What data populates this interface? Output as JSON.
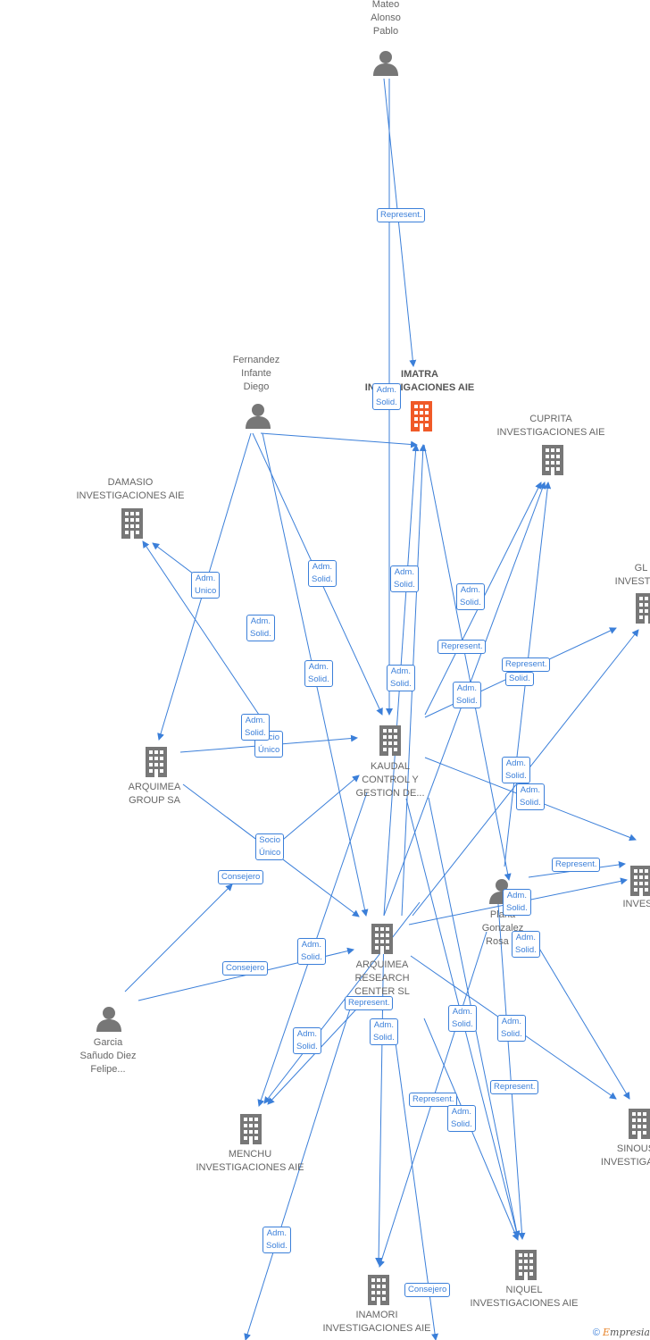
{
  "colors": {
    "edge": "#3b7fd9",
    "company": "#777777",
    "focus_company": "#f05a28",
    "person": "#777777"
  },
  "nodes": [
    {
      "id": "mateo",
      "kind": "person",
      "lines": [
        "Mateo",
        "Alonso",
        "Pablo"
      ]
    },
    {
      "id": "imatra",
      "kind": "focus-company",
      "lines": [
        "IMATRA",
        "INVESTIGACIONES AIE"
      ]
    },
    {
      "id": "fernandez",
      "kind": "person",
      "lines": [
        "Fernandez",
        "Infante",
        "Diego"
      ]
    },
    {
      "id": "cuprita",
      "kind": "company",
      "lines": [
        "CUPRITA",
        "INVESTIGACIONES AIE"
      ]
    },
    {
      "id": "damasio",
      "kind": "company",
      "lines": [
        "DAMASIO",
        "INVESTIGACIONES AIE"
      ]
    },
    {
      "id": "gl",
      "kind": "company",
      "lines": [
        "GL",
        "INVESTIGA"
      ]
    },
    {
      "id": "kaudal",
      "kind": "company",
      "lines": [
        "KAUDAL",
        "CONTROL Y",
        "GESTION DE..."
      ]
    },
    {
      "id": "arquimea_group",
      "kind": "company",
      "lines": [
        "ARQUIMEA",
        "GROUP SA"
      ]
    },
    {
      "id": "inves",
      "kind": "company",
      "lines": [
        "INVES"
      ]
    },
    {
      "id": "plana",
      "kind": "person",
      "lines": [
        "Plana",
        "Gonzalez",
        "Rosa M"
      ]
    },
    {
      "id": "arquimea_rc",
      "kind": "company",
      "lines": [
        "ARQUIMEA",
        "RESEARCH",
        "CENTER SL"
      ]
    },
    {
      "id": "garcia",
      "kind": "person",
      "lines": [
        "Garcia",
        "Sañudo Diez",
        "Felipe..."
      ]
    },
    {
      "id": "menchu",
      "kind": "company",
      "lines": [
        "MENCHU",
        "INVESTIGACIONES AIE"
      ]
    },
    {
      "id": "sinous",
      "kind": "company",
      "lines": [
        "SINOUS",
        "INVESTIGACIO"
      ]
    },
    {
      "id": "niquel",
      "kind": "company",
      "lines": [
        "NIQUEL",
        "INVESTIGACIONES AIE"
      ]
    },
    {
      "id": "inamori",
      "kind": "company",
      "lines": [
        "INAMORI",
        "INVESTIGACIONES AIE"
      ]
    }
  ],
  "edge_labels": [
    {
      "id": "e1",
      "lines": [
        "Represent."
      ]
    },
    {
      "id": "e2",
      "lines": [
        "Adm.",
        "Solid."
      ]
    },
    {
      "id": "e3",
      "lines": [
        "Adm.",
        "Unico"
      ]
    },
    {
      "id": "e4",
      "lines": [
        "Adm.",
        "Solid."
      ]
    },
    {
      "id": "e5",
      "lines": [
        "Adm.",
        "Solid."
      ]
    },
    {
      "id": "e6",
      "lines": [
        "Adm.",
        "Solid."
      ]
    },
    {
      "id": "e7",
      "lines": [
        "Adm.",
        "Solid."
      ]
    },
    {
      "id": "e8",
      "lines": [
        "Represent."
      ]
    },
    {
      "id": "e9",
      "lines": [
        "Adm.",
        "Solid."
      ]
    },
    {
      "id": "e10",
      "lines": [
        "Adm.",
        "Solid."
      ]
    },
    {
      "id": "e11",
      "lines": [
        "Adm.",
        "Solid."
      ]
    },
    {
      "id": "e12",
      "lines": [
        "Solid."
      ]
    },
    {
      "id": "e13",
      "lines": [
        "Represent."
      ]
    },
    {
      "id": "e14",
      "lines": [
        "Socio",
        "Único"
      ]
    },
    {
      "id": "e15",
      "lines": [
        "Adm.",
        "Solid."
      ]
    },
    {
      "id": "e16",
      "lines": [
        "Adm.",
        "Solid."
      ]
    },
    {
      "id": "e17",
      "lines": [
        "Adm.",
        "Solid."
      ]
    },
    {
      "id": "e18",
      "lines": [
        "Socio",
        "Único"
      ]
    },
    {
      "id": "e19",
      "lines": [
        "Consejero"
      ]
    },
    {
      "id": "e20",
      "lines": [
        "Represent."
      ]
    },
    {
      "id": "e21",
      "lines": [
        "Adm.",
        "Solid."
      ]
    },
    {
      "id": "e22",
      "lines": [
        "Adm.",
        "Solid."
      ]
    },
    {
      "id": "e23",
      "lines": [
        "Consejero"
      ]
    },
    {
      "id": "e24",
      "lines": [
        "Adm.",
        "Solid."
      ]
    },
    {
      "id": "e25",
      "lines": [
        "Represent."
      ]
    },
    {
      "id": "e26",
      "lines": [
        "Adm.",
        "Solid."
      ]
    },
    {
      "id": "e27",
      "lines": [
        "Adm.",
        "Solid."
      ]
    },
    {
      "id": "e28",
      "lines": [
        "Adm.",
        "Solid."
      ]
    },
    {
      "id": "e29",
      "lines": [
        "Adm.",
        "Solid."
      ]
    },
    {
      "id": "e30",
      "lines": [
        "Represent."
      ]
    },
    {
      "id": "e31",
      "lines": [
        "Represent."
      ]
    },
    {
      "id": "e32",
      "lines": [
        "Adm.",
        "Solid."
      ]
    },
    {
      "id": "e33",
      "lines": [
        "Adm.",
        "Solid."
      ]
    },
    {
      "id": "e34",
      "lines": [
        "Consejero"
      ]
    }
  ],
  "footer": {
    "copyright_symbol": "©",
    "brand_first": "E",
    "brand_rest": "mpresia"
  }
}
